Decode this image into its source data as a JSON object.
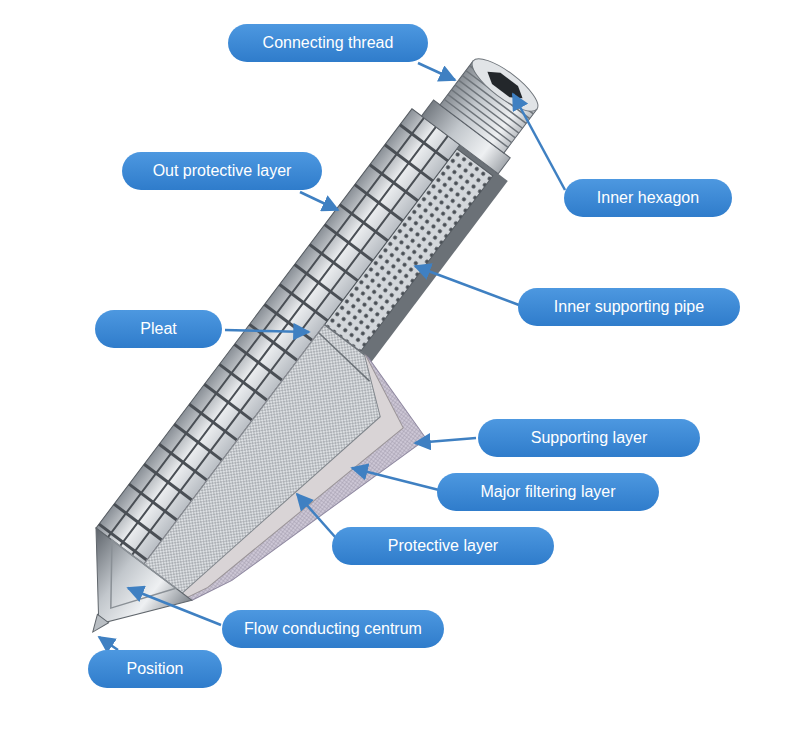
{
  "diagram": {
    "nodes": [
      {
        "text": [
          "Connecting thread"
        ]
      },
      {
        "text": [
          "Out protective layer"
        ]
      },
      {
        "text": [
          "Inner hexagon"
        ]
      },
      {
        "text": [
          "Inner supporting pipe"
        ]
      },
      {
        "text": [
          "Pleat"
        ]
      },
      {
        "text": [
          "Supporting layer"
        ]
      },
      {
        "text": [
          "Major filtering layer"
        ]
      },
      {
        "text": [
          "Protective layer"
        ]
      },
      {
        "text": [
          "Flow conducting centrum"
        ]
      },
      {
        "text": [
          "Position"
        ]
      }
    ]
  }
}
